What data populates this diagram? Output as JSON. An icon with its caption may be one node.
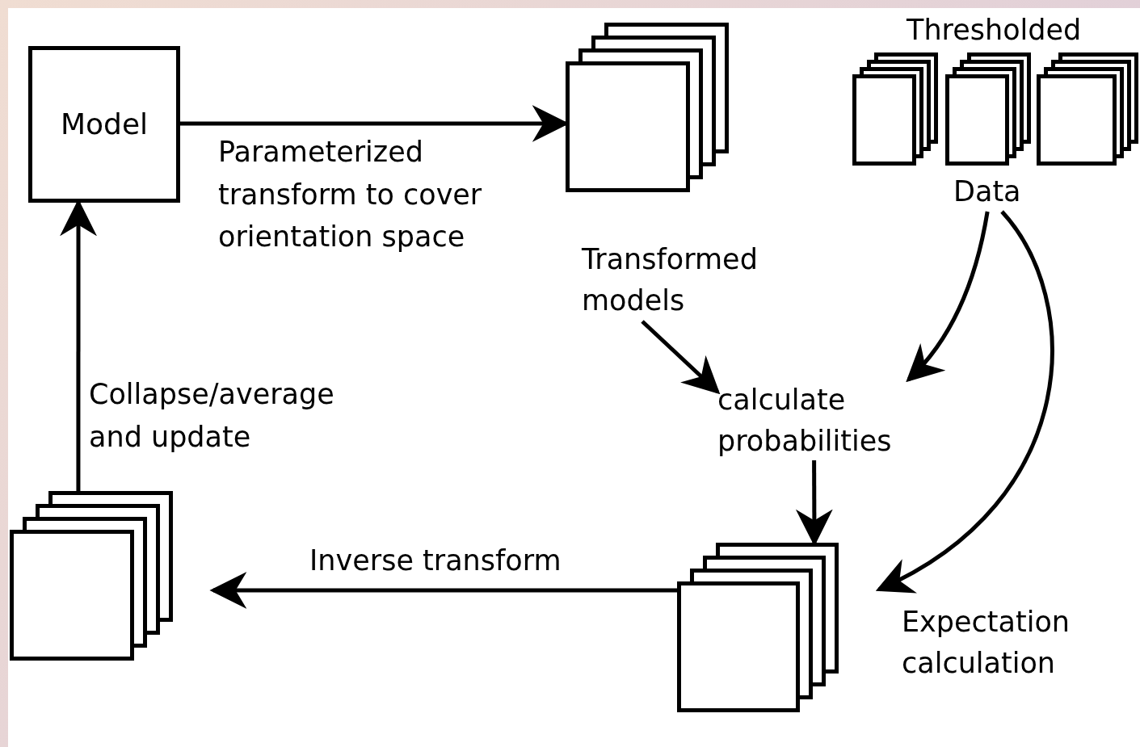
{
  "diagram": {
    "nodes": [
      {
        "text": [
          "Model"
        ]
      },
      {
        "text": [],
        "shape": "box",
        "beside": [
          "Transformed models"
        ]
      },
      {
        "text": [],
        "shape": "box",
        "beside": [
          "Thresholded",
          "Data"
        ]
      },
      {
        "text": [
          "calculate probabilities"
        ]
      },
      {
        "text": [],
        "shape": "box",
        "beside": [
          "Expectation calculation"
        ]
      },
      {
        "text": [],
        "shape": "box"
      }
    ],
    "edges": [
      {
        "from": 0,
        "to": 1,
        "arrow": "to",
        "label": "Parameterized transform to cover orientation space"
      },
      {
        "from": 1,
        "to": 3,
        "arrow": "to"
      },
      {
        "from": 2,
        "to": 3,
        "arrow": "to"
      },
      {
        "from": 2,
        "to": 4,
        "arrow": "to"
      },
      {
        "from": 3,
        "to": 4,
        "arrow": "to"
      },
      {
        "from": 4,
        "to": 5,
        "arrow": "to",
        "label": "Inverse transform"
      },
      {
        "from": 5,
        "to": 0,
        "arrow": "to",
        "label": "Collapse/average and update"
      }
    ]
  }
}
